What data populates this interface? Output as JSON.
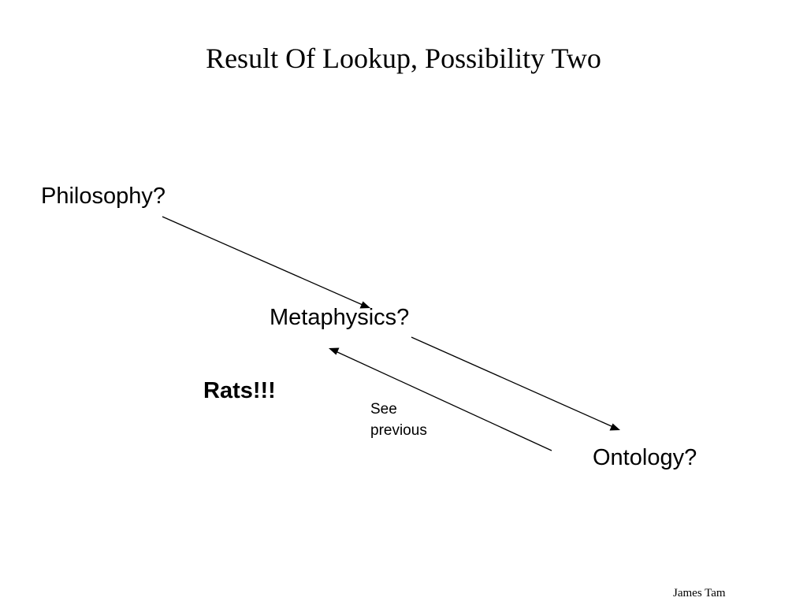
{
  "slide": {
    "title": "Result Of Lookup, Possibility Two",
    "nodes": {
      "philosophy": "Philosophy?",
      "metaphysics": "Metaphysics?",
      "ontology": "Ontology?"
    },
    "exclamation": "Rats!!!",
    "note": {
      "line1": "See",
      "line2": "previous"
    },
    "footer": "James Tam"
  },
  "colors": {
    "text": "#000000",
    "background": "#ffffff",
    "arrow": "#000000"
  }
}
